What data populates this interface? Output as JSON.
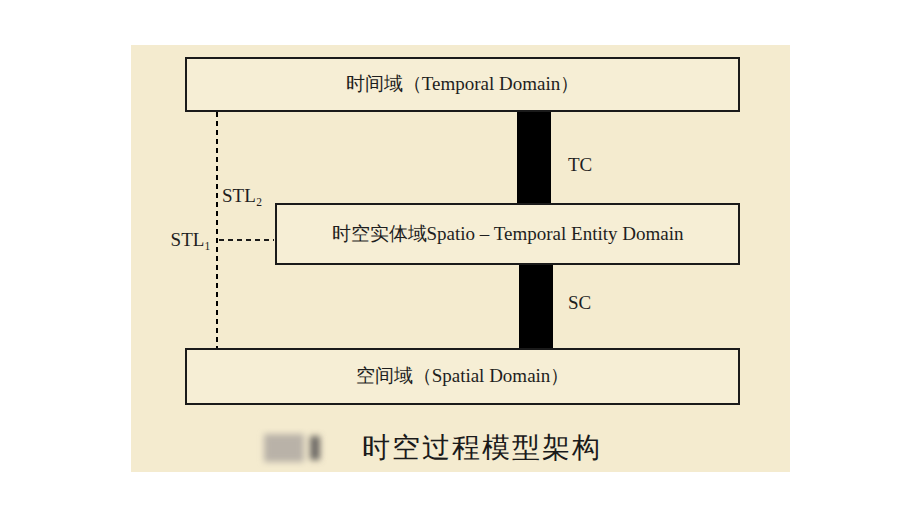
{
  "diagram": {
    "caption": "时空过程模型架构",
    "nodes": [
      {
        "text": [
          "时间域（Temporal Domain）"
        ]
      },
      {
        "text": [
          "时空实体域Spatio – Temporal Entity Domain"
        ]
      },
      {
        "text": [
          "空间域（Spatial Domain）"
        ]
      }
    ],
    "edges": [
      {
        "from": 0,
        "to": 1,
        "arrow": "none",
        "label": "TC"
      },
      {
        "from": 1,
        "to": 2,
        "arrow": "none",
        "label": "SC"
      },
      {
        "from": 0,
        "to": 2,
        "arrow": "none",
        "label": "STL₁"
      }
    ],
    "labels": [
      "STL₂"
    ]
  }
}
